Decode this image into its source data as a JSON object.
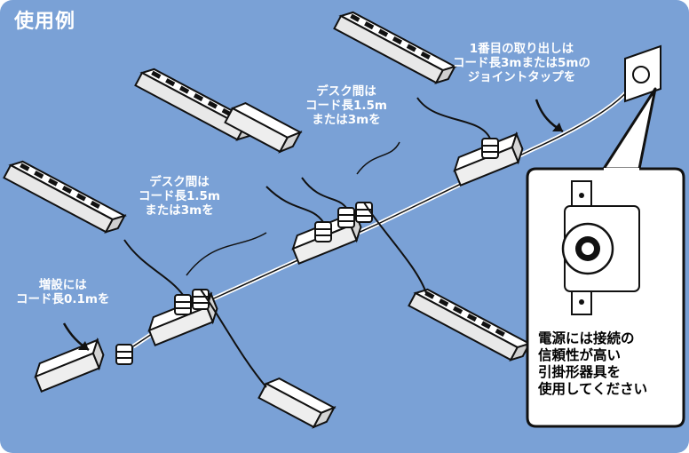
{
  "title": "使用例",
  "labels": {
    "outlet_note": "1番目の取り出しは\nコード長3mまたは5mの\nジョイントタップを",
    "desk_upper": "デスク間は\nコード長1.5m\nまたは3mを",
    "desk_lower": "デスク間は\nコード長1.5m\nまたは3mを",
    "extension": "増設には\nコード長0.1mを",
    "callout": "電源には接続の\n信頼性が高い\n引掛形器具を\n使用してください"
  },
  "colors": {
    "background": "#7aa1d6",
    "line": "#111111",
    "device": "#ffffff"
  }
}
